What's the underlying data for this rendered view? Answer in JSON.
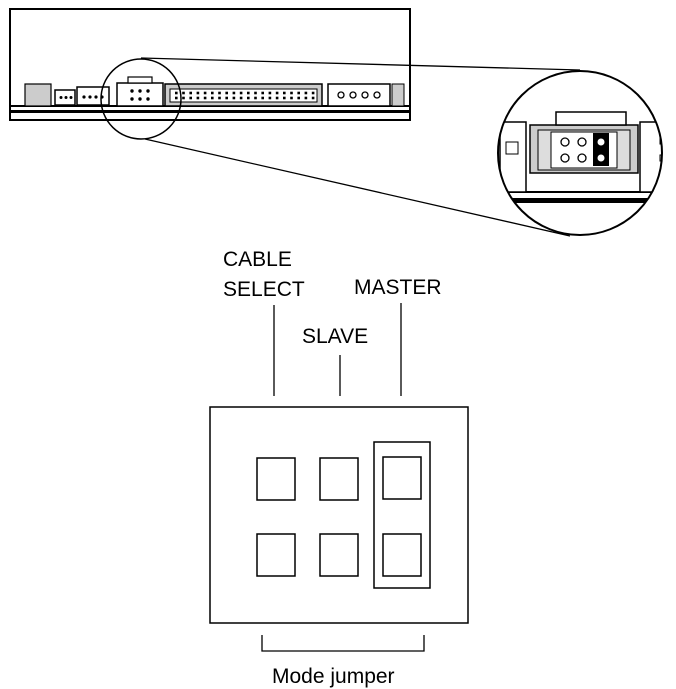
{
  "labels": {
    "cable_select_line1": "CABLE",
    "cable_select_line2": "SELECT",
    "slave": "SLAVE",
    "master": "MASTER",
    "mode_jumper": "Mode jumper"
  },
  "jumper": {
    "positions": [
      "CABLE SELECT",
      "SLAVE",
      "MASTER"
    ],
    "installed": "MASTER"
  },
  "colors": {
    "line": "#000000",
    "background": "#ffffff",
    "connector_shade": "#cccccc"
  }
}
